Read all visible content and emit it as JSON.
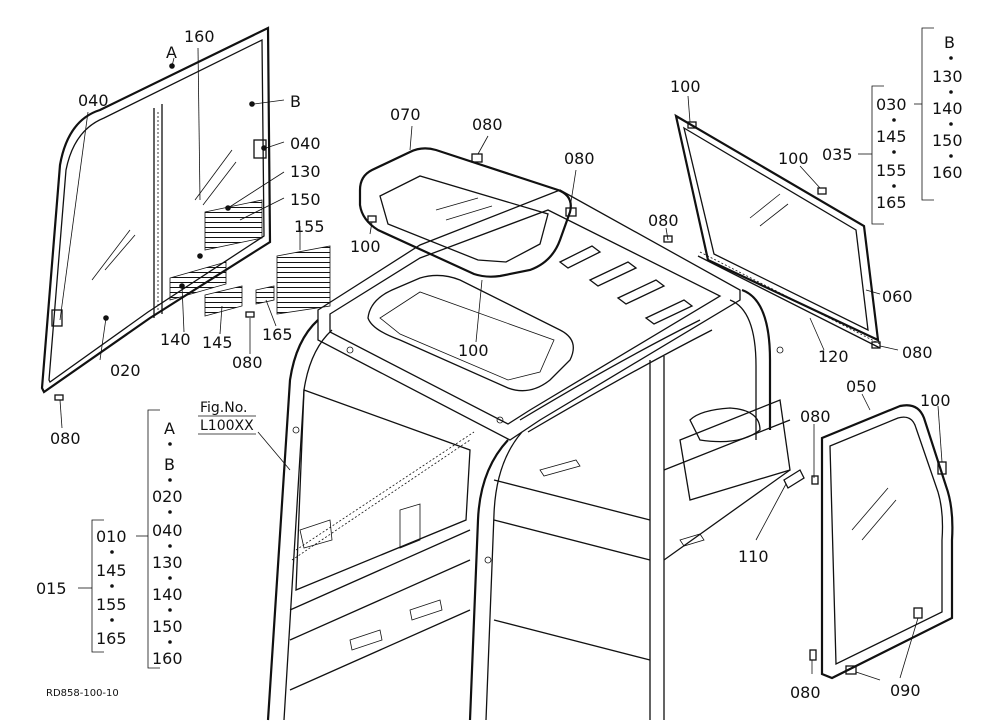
{
  "part_labels": {
    "p040_left": "040",
    "p160_top": "160",
    "pA_top": "A",
    "pB_top": "B",
    "p040_right": "040",
    "p130": "130",
    "p150": "150",
    "p155": "155",
    "p020": "020",
    "p140": "140",
    "p145": "145",
    "p080_a": "080",
    "p165": "165",
    "p080_left": "080",
    "p070": "070",
    "p080_top": "080",
    "p080_roof": "080",
    "p100_roof": "100",
    "p100_center": "100",
    "p100_rw_top": "100",
    "p100_rw_mid": "100",
    "p080_rw": "080",
    "p060": "060",
    "p120": "120",
    "p080_rw_bot": "080",
    "p050": "050",
    "p100_door": "100",
    "p080_door": "080",
    "p110": "110",
    "p080_bottom": "080",
    "p090": "090"
  },
  "fig": {
    "line1": "Fig.No.",
    "line2": "L100XX"
  },
  "left_group": {
    "outer": "015",
    "inner": [
      "010",
      "145",
      "155",
      "165"
    ],
    "main": [
      "A",
      "B",
      "020",
      "040",
      "130",
      "140",
      "150",
      "160"
    ]
  },
  "right_group": {
    "outer": "035",
    "inner": [
      "030",
      "145",
      "155",
      "165"
    ],
    "main": [
      "B",
      "130",
      "140",
      "150",
      "160"
    ]
  },
  "drawing_code": "RD858-100-10"
}
